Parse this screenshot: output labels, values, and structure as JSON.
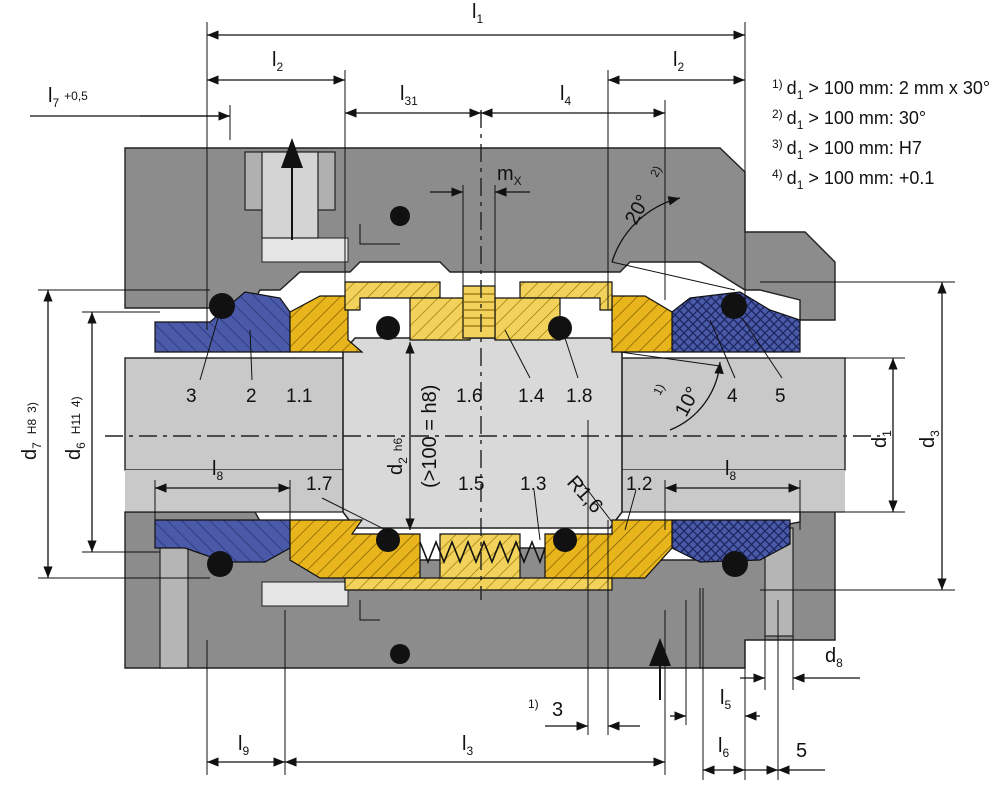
{
  "labels": {
    "l1": "l",
    "l1_sub": "1",
    "l2a": "l",
    "l2a_sub": "2",
    "l2b": "l",
    "l2b_sub": "2",
    "l7": "l",
    "l7_sub": "7",
    "l7_tol": "+0,5",
    "l31": "l",
    "l31_sub": "31",
    "l4": "l",
    "l4_sub": "4",
    "mx": "m",
    "mx_sub": "X",
    "l8a": "l",
    "l8a_sub": "8",
    "l8b": "l",
    "l8b_sub": "8",
    "l9": "l",
    "l9_sub": "9",
    "l3": "l",
    "l3_sub": "3",
    "l5": "l",
    "l5_sub": "5",
    "l6": "l",
    "l6_sub": "6",
    "d1": "d",
    "d1_sub": "1",
    "d3": "d",
    "d3_sub": "3",
    "d7": "d",
    "d7_sub": "7",
    "d7_tol": "H8",
    "d7_note": "3)",
    "d6": "d",
    "d6_sub": "6",
    "d6_tol": "H11",
    "d6_note": "4)",
    "d2": "d",
    "d2_sub": "2",
    "d2_tol": "h6",
    "d2_alt": "(>100 = h8)",
    "d8": "d",
    "d8_sub": "8",
    "ang20": "20°",
    "ang20_note": "2)",
    "ang10": "10°",
    "ang10_note": "1)",
    "r16": "R1,6",
    "dim3_note": "1)",
    "dim3": "3",
    "dim5": "5"
  },
  "parts": [
    "3",
    "2",
    "1.1",
    "1.6",
    "1.4",
    "1.8",
    "4",
    "5",
    "1.7",
    "1.5",
    "1.3",
    "1.2"
  ],
  "notes": [
    {
      "num": "1)",
      "text": "d",
      "sub": "1",
      "rest": " > 100 mm: 2 mm x 30°"
    },
    {
      "num": "2)",
      "text": "d",
      "sub": "1",
      "rest": " > 100 mm: 30°"
    },
    {
      "num": "3)",
      "text": "d",
      "sub": "1",
      "rest": " > 100 mm: H7"
    },
    {
      "num": "4)",
      "text": "d",
      "sub": "1",
      "rest": " > 100 mm: +0.1"
    }
  ],
  "colors": {
    "housing": "#8c8c8c",
    "housing_dark": "#6f6f6f",
    "shaft": "#c9c9c9",
    "sleeve": "#d3d3d3",
    "gold": "#e8b51c",
    "gold_light": "#f2d25a",
    "blue": "#4a5aa8",
    "blue_dark": "#2f3f86",
    "oring": "#111111"
  },
  "icons": [
    "flow-arrow-up-icon",
    "flow-arrow-up-icon"
  ]
}
